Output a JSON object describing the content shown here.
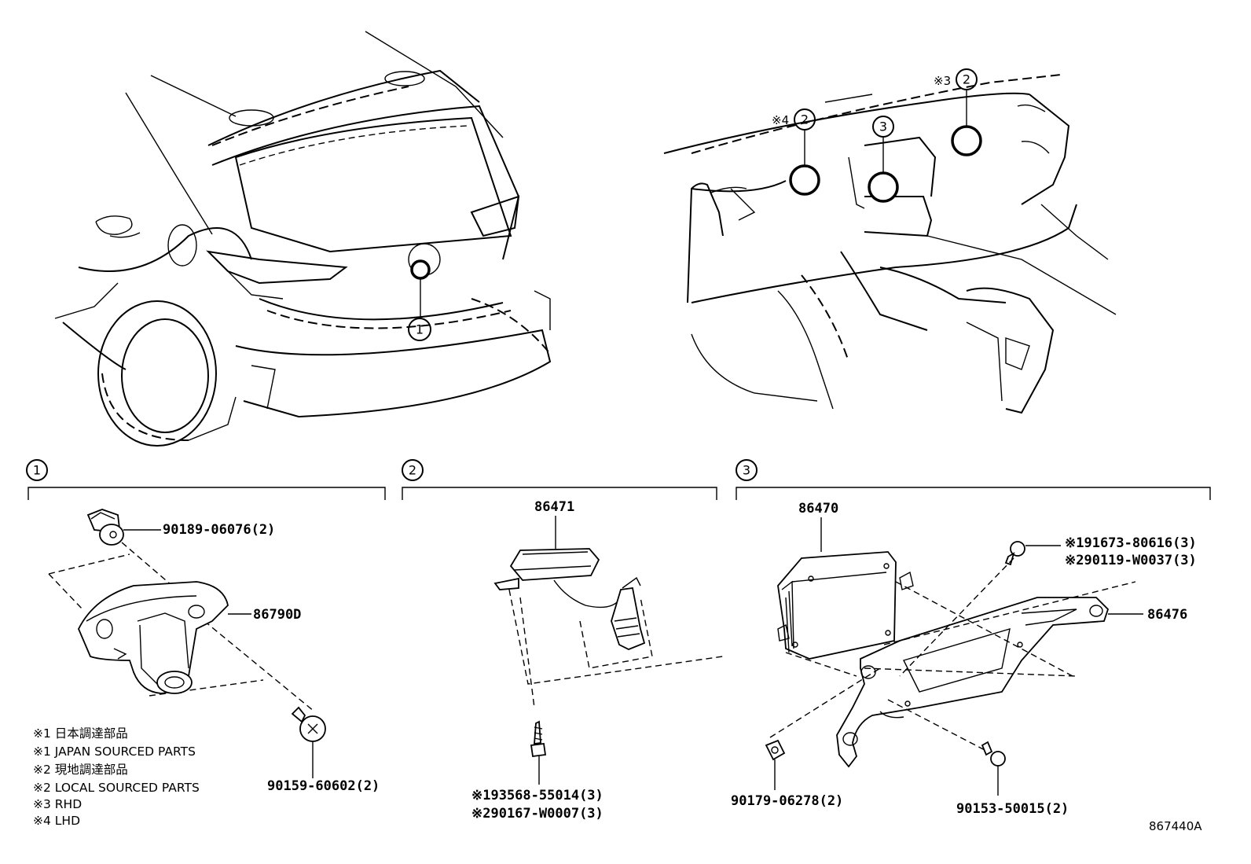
{
  "markers": {
    "one": "1",
    "two": "2",
    "three": "3",
    "mark3": "※3",
    "mark4": "※4"
  },
  "sections": [
    {
      "number": "1"
    },
    {
      "number": "2"
    },
    {
      "number": "3"
    }
  ],
  "parts": {
    "p90189": "90189-06076(2)",
    "p86790D": "86790D",
    "p90159": "90159-60602(2)",
    "p86471": "86471",
    "p93568": "※193568-55014(3)",
    "p90167": "※290167-W0007(3)",
    "p86470": "86470",
    "p91673": "※191673-80616(3)",
    "p90119": "※290119-W0037(3)",
    "p86476": "86476",
    "p90179": "90179-06278(2)",
    "p90153": "90153-50015(2)"
  },
  "notes": [
    "※1 日本調達部品",
    "※1 JAPAN SOURCED PARTS",
    "※2 現地調達部品",
    "※2 LOCAL SOURCED PARTS",
    "※3 RHD",
    "※4 LHD"
  ],
  "diagram_code": "867440A"
}
